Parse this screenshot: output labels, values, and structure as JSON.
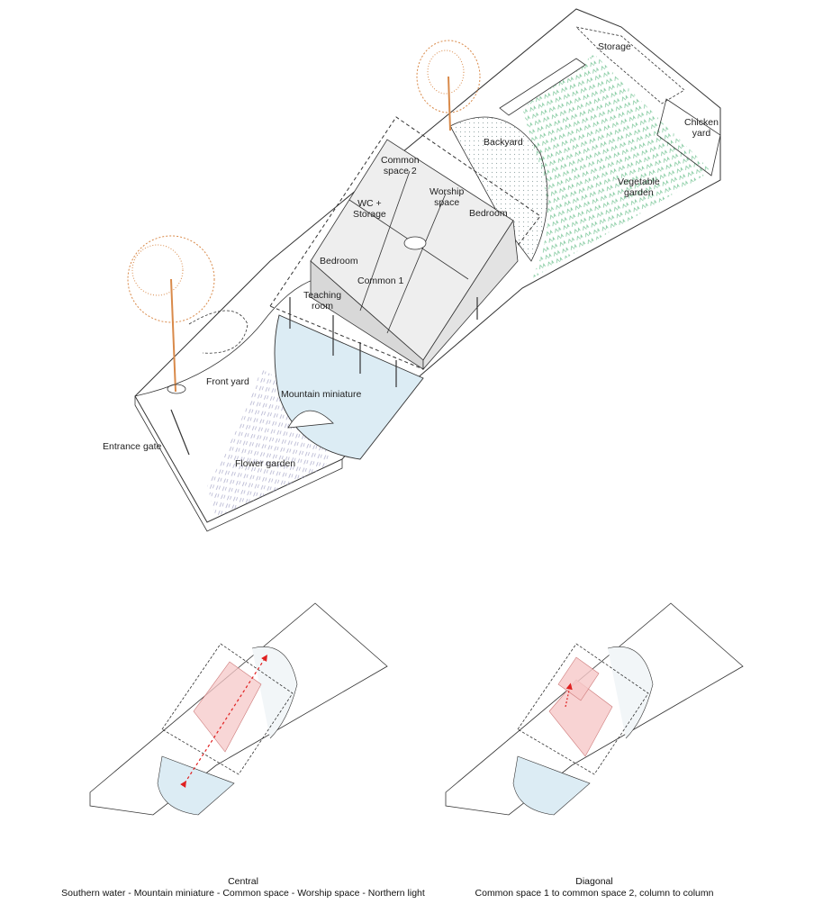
{
  "main_axonometric": {
    "labels": {
      "storage": "Storage",
      "chicken_yard": "Chicken\nyard",
      "backyard": "Backyard",
      "vegetable_garden": "Vegetable\ngarden",
      "common_space_2": "Common\nspace 2",
      "worship_space": "Worship\nspace",
      "wc_storage": "WC +\nStorage",
      "bedroom_east": "Bedroom",
      "bedroom_west": "Bedroom",
      "common_1": "Common 1",
      "teaching_room": "Teaching\nroom",
      "front_yard": "Front yard",
      "mountain_miniature": "Mountain miniature",
      "entrance_gate": "Entrance gate",
      "flower_garden": "Flower garden"
    }
  },
  "diagrams": [
    {
      "title": "Central",
      "subtitle": "Southern water - Mountain miniature - Common space - Worship space - Northern light"
    },
    {
      "title": "Diagonal",
      "subtitle": "Common space 1 to common space 2, column to column"
    }
  ],
  "colors": {
    "line": "#333333",
    "water": "#dcecf4",
    "highlight": "#f6c8c8",
    "arrow": "#e02020",
    "tree": "#d98a4a",
    "vegetable": "#7cc79a",
    "flowers": "#a9a9c9",
    "wall": "#d8d8d8"
  }
}
